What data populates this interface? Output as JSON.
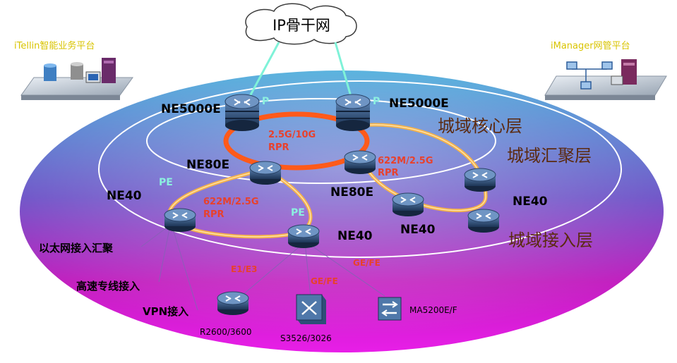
{
  "cloud": {
    "label": "IP骨干网"
  },
  "platforms": {
    "left": "iTellin智能业务平台",
    "right": "iManager网管平台"
  },
  "layers": {
    "core": "城域核心层",
    "aggregation": "城域汇聚层",
    "access": "城域接入层"
  },
  "devices": {
    "ne5000e_left": "NE5000E",
    "ne5000e_right": "NE5000E",
    "p_left": "P",
    "p_right": "P",
    "ne80e_left": "NE80E",
    "ne80e_right": "NE80E",
    "ne40_left": "NE40",
    "ne40_center": "NE40",
    "ne40_right_mid": "NE40",
    "ne40_right": "NE40",
    "pe_left": "PE",
    "pe_center": "PE",
    "r2600": "R2600/3600",
    "s3526": "S3526/3026",
    "ma5200": "MA5200E/F"
  },
  "rings": {
    "core_speed": "2.5G/10G",
    "core_proto": "RPR",
    "right_speed": "622M/2.5G",
    "right_proto": "RPR",
    "left_speed": "622M/2.5G",
    "left_proto": "RPR"
  },
  "links": {
    "e1e3": "E1/E3",
    "gefe_a": "GE/FE",
    "gefe_b": "GE/FE"
  },
  "services": {
    "ethernet": "以太网接入汇聚",
    "leased": "高速专线接入",
    "vpn": "VPN接入"
  },
  "colors": {
    "ring_core": "#ff5a1a",
    "ring_access": "#f5b24a",
    "uplink": "#7ff2d8",
    "router": "#2e4f78"
  }
}
